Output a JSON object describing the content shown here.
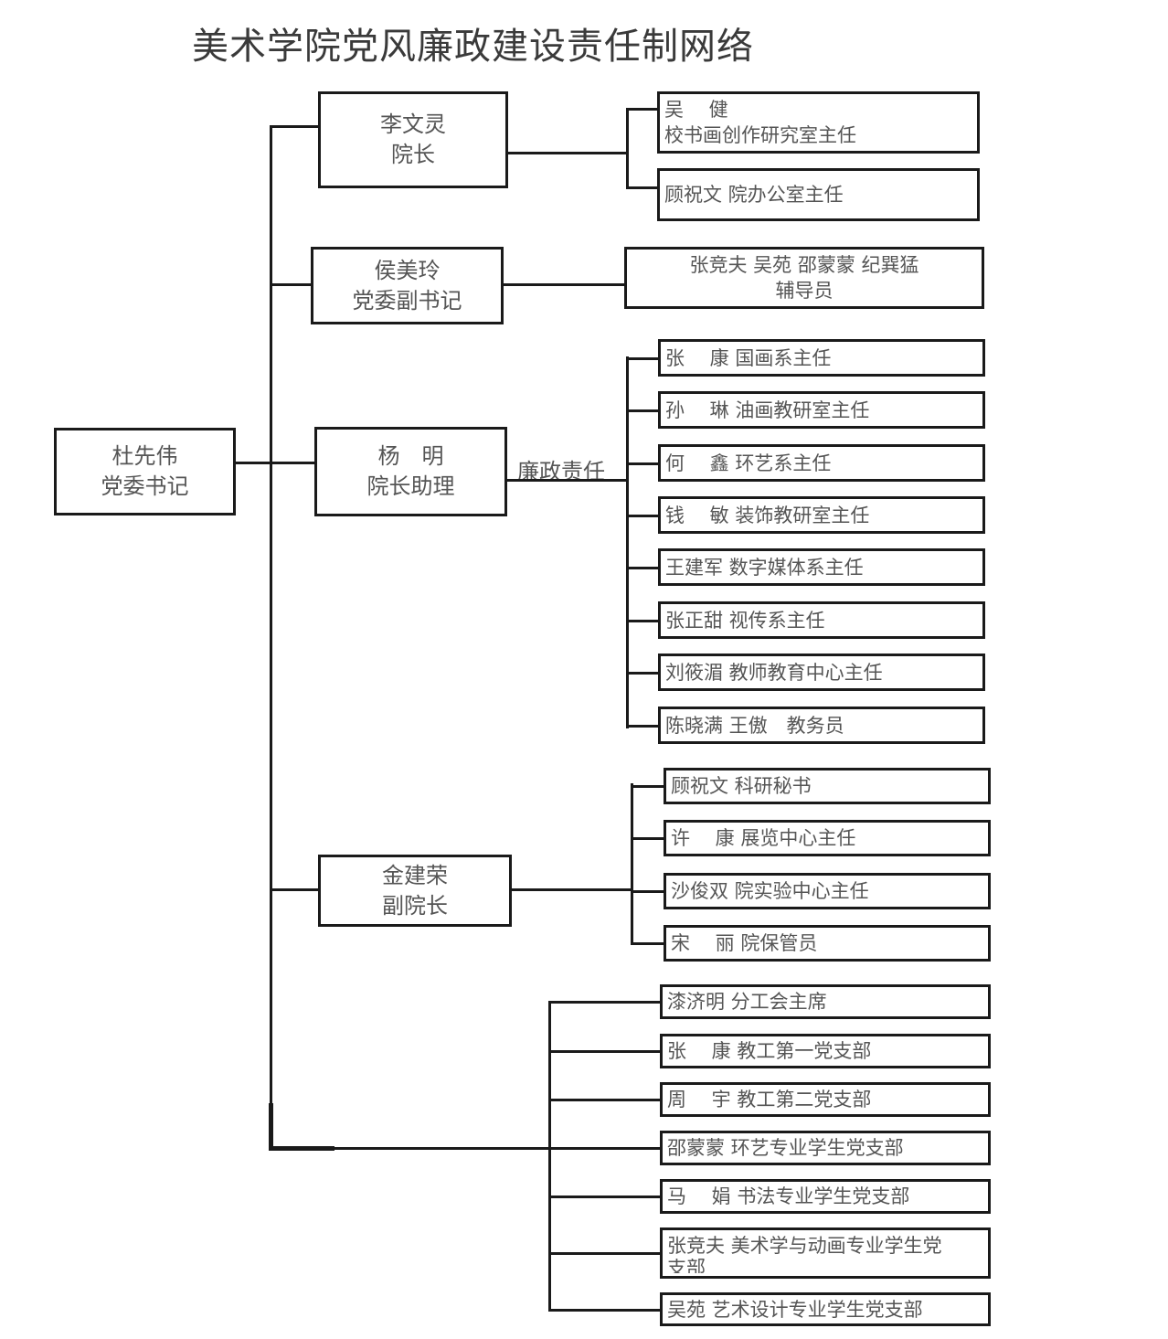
{
  "title": "美术学院党风廉政建设责任制网络",
  "root": {
    "name": "杜先伟",
    "role": "党委书记"
  },
  "branches": [
    {
      "name": "李文灵",
      "role": "院长",
      "children": [
        {
          "lines": [
            "吴　 健",
            "校书画创作研究室主任"
          ]
        },
        {
          "lines": [
            "顾祝文 院办公室主任"
          ]
        }
      ]
    },
    {
      "name": "侯美玲",
      "role": "党委副书记",
      "children": [
        {
          "lines": [
            "张竞夫 吴苑 邵蒙蒙 纪巽猛",
            "辅导员"
          ]
        }
      ]
    },
    {
      "name": "杨　明",
      "role": "院长助理",
      "connector_label": "廉政责任",
      "children": [
        {
          "lines": [
            "张　 康 国画系主任"
          ]
        },
        {
          "lines": [
            "孙　 琳 油画教研室主任"
          ]
        },
        {
          "lines": [
            "何　 鑫 环艺系主任"
          ]
        },
        {
          "lines": [
            "钱　 敏 装饰教研室主任"
          ]
        },
        {
          "lines": [
            "王建军 数字媒体系主任"
          ]
        },
        {
          "lines": [
            "张正甜 视传系主任"
          ]
        },
        {
          "lines": [
            "刘筱湄 教师教育中心主任"
          ]
        },
        {
          "lines": [
            "陈晓满 王傲　教务员"
          ]
        }
      ]
    },
    {
      "name": "金建荣",
      "role": "副院长",
      "children": [
        {
          "lines": [
            "顾祝文 科研秘书"
          ]
        },
        {
          "lines": [
            "许　 康 展览中心主任"
          ]
        },
        {
          "lines": [
            "沙俊双 院实验中心主任"
          ]
        },
        {
          "lines": [
            "宋　 丽 院保管员"
          ]
        }
      ]
    },
    {
      "name": "",
      "role": "",
      "children": [
        {
          "lines": [
            "漆济明 分工会主席"
          ]
        },
        {
          "lines": [
            "张　 康 教工第一党支部"
          ]
        },
        {
          "lines": [
            "周　 宇 教工第二党支部"
          ]
        },
        {
          "lines": [
            "邵蒙蒙 环艺专业学生党支部"
          ]
        },
        {
          "lines": [
            "马　 娟 书法专业学生党支部"
          ]
        },
        {
          "lines": [
            "张竞夫 美术学与动画专业学生党",
            "支部"
          ]
        },
        {
          "lines": [
            "吴苑 艺术设计专业学生党支部"
          ]
        }
      ]
    }
  ]
}
